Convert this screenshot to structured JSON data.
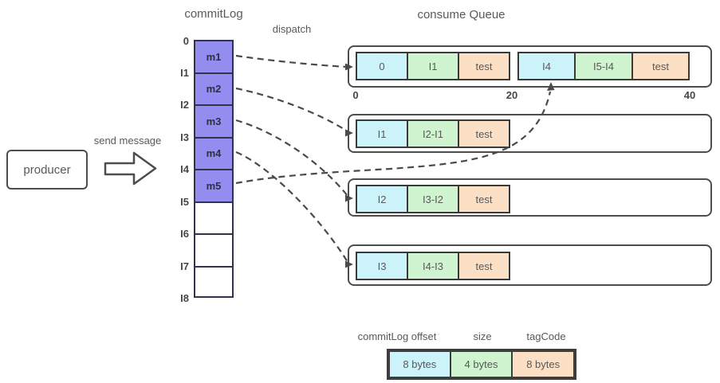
{
  "titles": {
    "commit_log": "commitLog",
    "consume_queue": "consume Queue",
    "dispatch": "dispatch",
    "send_message": "send message"
  },
  "producer": {
    "label": "producer"
  },
  "commit_log": {
    "offsets": [
      "0",
      "I1",
      "I2",
      "I3",
      "I4",
      "I5",
      "I6",
      "I7",
      "I8"
    ],
    "messages": [
      "m1",
      "m2",
      "m3",
      "m4",
      "m5"
    ]
  },
  "consume_queues": {
    "queue1": {
      "entry1": [
        "0",
        "I1",
        "test"
      ],
      "entry2": [
        "I4",
        "I5-I4",
        "test"
      ],
      "ticks": [
        "0",
        "20",
        "40"
      ]
    },
    "queue2": {
      "entry": [
        "I1",
        "I2-I1",
        "test"
      ]
    },
    "queue3": {
      "entry": [
        "I2",
        "I3-I2",
        "test"
      ]
    },
    "queue4": {
      "entry": [
        "I3",
        "I4-I3",
        "test"
      ]
    }
  },
  "legend": {
    "columns": [
      {
        "label": "commitLog offset",
        "size": "8 bytes"
      },
      {
        "label": "size",
        "size": "4 bytes"
      },
      {
        "label": "tagCode",
        "size": "8 bytes"
      }
    ]
  },
  "colors": {
    "message_cell": "#938df0",
    "commitlog_offset_cell": "#cdf3fa",
    "size_cell": "#d0f3d0",
    "tagcode_cell": "#fbe0c6",
    "line": "#4a4a4a"
  }
}
